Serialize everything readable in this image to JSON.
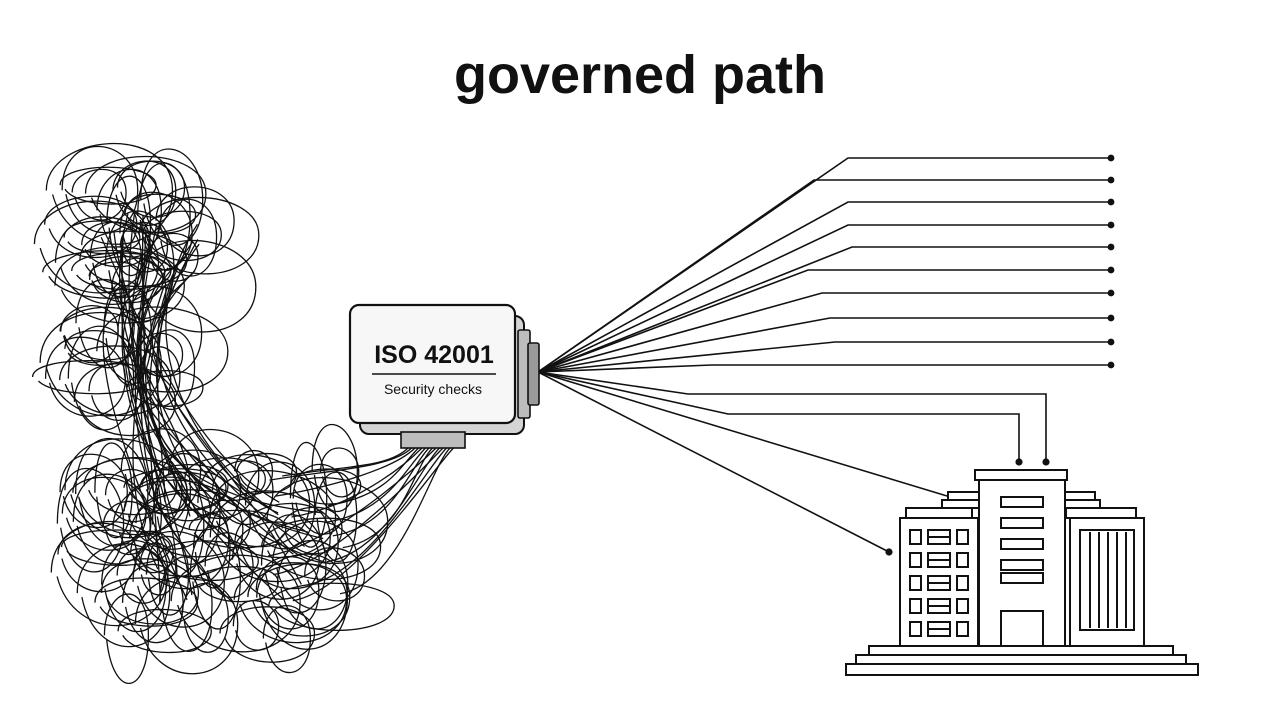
{
  "title": "governed path",
  "gateway": {
    "standard_label": "ISO 42001",
    "check_label": "Security checks"
  },
  "colors": {
    "ink": "#111111",
    "box_shadow": "#d4d4d4",
    "box_face": "#f7f7f7"
  }
}
